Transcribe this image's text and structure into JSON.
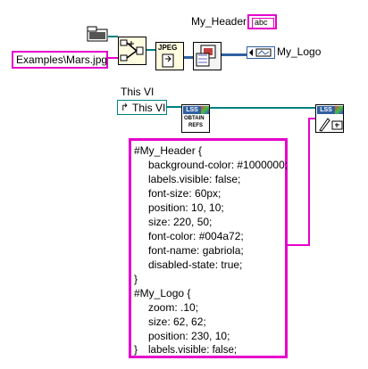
{
  "header_terminal": {
    "label": "My_Header",
    "type_glyph": "abc"
  },
  "path_constant": {
    "value": "Examples\\Mars.jpg"
  },
  "logo_terminal": {
    "label": "My_Logo"
  },
  "vi_ref": {
    "label": "This VI",
    "value": "This VI"
  },
  "obtain_refs": {
    "badge": "LSS",
    "line1": "OBTAIN",
    "line2": "REFS"
  },
  "apply_node": {
    "badge": "LSS"
  },
  "jpeg_node": {
    "label": "JPEG"
  },
  "stylesheet": {
    "lines": [
      "#My_Header {",
      "background-color: #1000000;",
      "labels.visible: false;",
      "font-size: 60px;",
      "position: 10, 10;",
      "size: 220, 50;",
      "font-color: #004a72;",
      "font-name: gabriola;",
      "disabled-state: true;",
      "}",
      "#My_Logo {",
      "zoom: .10;",
      "size: 62, 62;",
      "position: 230, 10;",
      "labels.visible: false;",
      "}"
    ]
  },
  "colors": {
    "string_wire": "#e600cc",
    "ref_wire": "#008080",
    "picture_wire": "#3060a0"
  }
}
